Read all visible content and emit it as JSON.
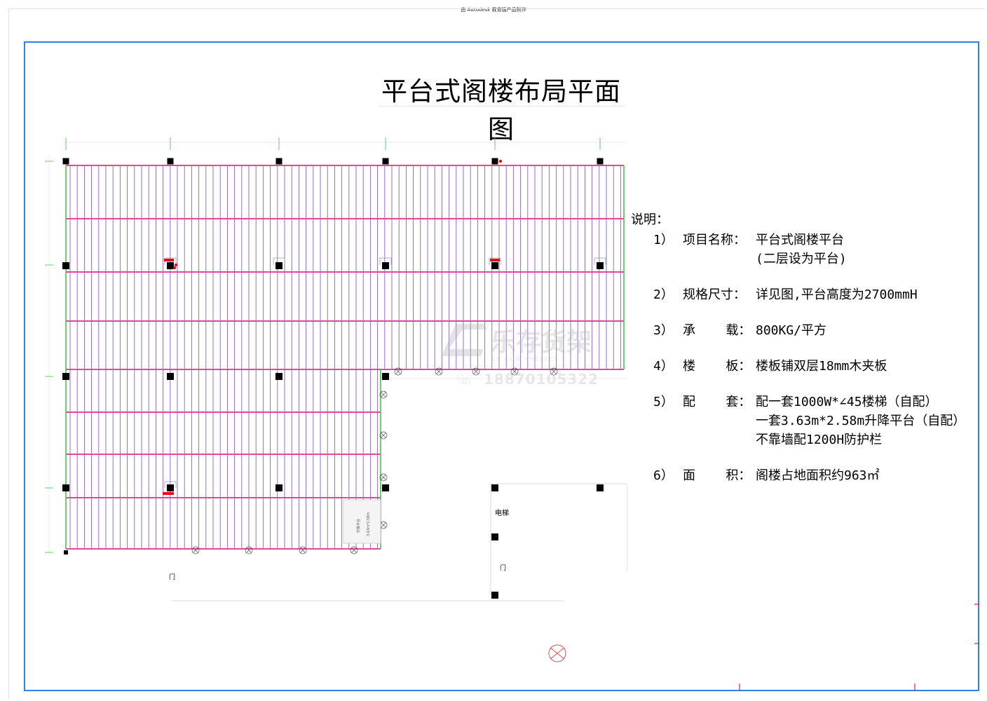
{
  "header_note": "由 Autodesk 教育版产品制作",
  "title": "平台式阁楼布局平面图",
  "watermark": {
    "brand": "乐存货架",
    "brand_en": "LE CUN SHELVES",
    "phone": "18870105322"
  },
  "plan_labels": {
    "elevator": "电梯",
    "door_left": "门",
    "door_right": "门",
    "lift_platform": "升降平台",
    "lift_size": "3.63m*2.58m"
  },
  "notes": {
    "heading": "说明：",
    "items": [
      {
        "num": "1）",
        "label": "项目名称：",
        "values": [
          "平台式阁楼平台",
          "(二层设为平台)"
        ]
      },
      {
        "num": "2）",
        "label": "规格尺寸：",
        "values": [
          "详见图,平台高度为2700mmH"
        ]
      },
      {
        "num": "3）",
        "label": "承    载：",
        "values": [
          "800KG/平方"
        ]
      },
      {
        "num": "4）",
        "label": "楼    板：",
        "values": [
          "楼板铺双层18mm木夹板"
        ]
      },
      {
        "num": "5）",
        "label": "配    套：",
        "values": [
          "配一套1000W*∠45楼梯（自配）",
          "一套3.63m*2.58m升降平台（自配）",
          "不靠墙配1200H防护栏"
        ]
      },
      {
        "num": "6）",
        "label": "面    积：",
        "values": [
          "阁楼占地面积约963㎡"
        ]
      }
    ]
  },
  "colors": {
    "frame": "#2e82e6",
    "beam": "#e0479e",
    "joist": "#8a5fc8",
    "edge": "#3ec43e",
    "column": "#000000",
    "marker": "#e01010"
  }
}
